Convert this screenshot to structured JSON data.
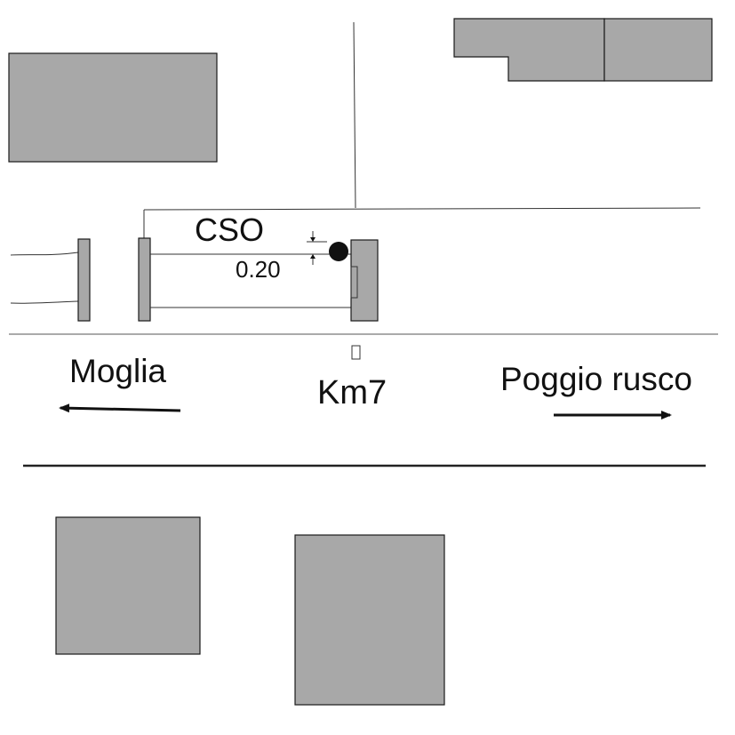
{
  "labels": {
    "site_code": "CSO",
    "offset_value": "0.20",
    "km_marker": "Km7",
    "direction_left": "Moglia",
    "direction_right": "Poggio rusco"
  },
  "colors": {
    "building_fill": "#a8a8a8",
    "line": "#333333",
    "point": "#111111",
    "background": "#ffffff"
  },
  "legend": {
    "point_symbol": "filled-circle",
    "arrow_left_symbol": "arrow-left",
    "arrow_right_symbol": "arrow-right"
  }
}
